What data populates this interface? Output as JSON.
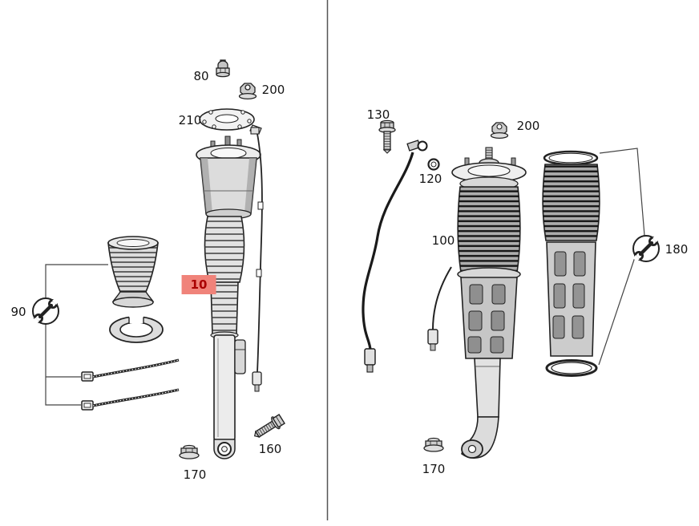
{
  "diagram": {
    "panels": {
      "left": {
        "labels": {
          "l80": "80",
          "l200": "200",
          "l210": "210",
          "l10": "10",
          "l90": "90",
          "l160": "160",
          "l170": "170"
        }
      },
      "right": {
        "labels": {
          "r130": "130",
          "r120": "120",
          "r200": "200",
          "r100": "100",
          "r180": "180",
          "r170": "170"
        }
      }
    },
    "icons": {
      "left_tool": "wrench-icon",
      "right_tool": "wrench-icon"
    }
  },
  "colors": {
    "highlight_bg": "#f0837a",
    "highlight_text": "#aa0000",
    "line": "#1a1a1a",
    "leader": "#444444",
    "background": "#ffffff"
  }
}
